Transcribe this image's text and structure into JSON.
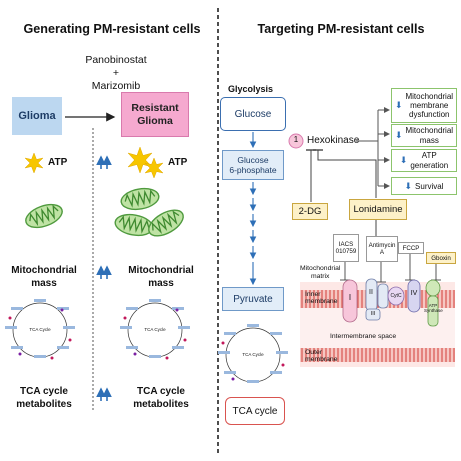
{
  "left": {
    "title": "Generating PM-resistant cells",
    "drugs_line1": "Panobinostat",
    "drugs_plus": "+",
    "drugs_line2": "Marizomib",
    "glioma_label": "Glioma",
    "resistant_label_line1": "Resistant",
    "resistant_label_line2": "Glioma",
    "atp_left": "ATP",
    "atp_right": "ATP",
    "mito_mass_line1": "Mitochondrial",
    "mito_mass_line2": "mass",
    "mito_mass_right_line1": "Mitochondrial",
    "mito_mass_right_line2": "mass",
    "tca_line1": "TCA cycle",
    "tca_line2": "metabolites",
    "tca_right_line1": "TCA cycle",
    "tca_right_line2": "metabolites",
    "tca_ring_label": "TCA Cycle"
  },
  "right": {
    "title": "Targeting PM-resistant cells",
    "glycolysis": "Glycolysis",
    "glucose": "Glucose",
    "g6p_line1": "Glucose",
    "g6p_line2": "6-phosphate",
    "pyruvate": "Pyruvate",
    "tca_cycle": "TCA cycle",
    "hexokinase_num": "1",
    "hexokinase": "Hexokinase",
    "two_dg": "2-DG",
    "lonidamine": "Lonidamine",
    "outcomes": [
      {
        "line1": "Mitochondrial",
        "line2": "membrane",
        "line3": "dysfunction"
      },
      {
        "line1": "Mitochondrial",
        "line2": "mass",
        "line3": ""
      },
      {
        "line1": "ATP",
        "line2": "generation",
        "line3": ""
      },
      {
        "line1": "Survival",
        "line2": "",
        "line3": ""
      }
    ],
    "iacs_line1": "IACS",
    "iacs_line2": "010759",
    "antimycin_line1": "Antimycin",
    "antimycin_line2": "A",
    "fccp": "FCCP",
    "gboxin": "Gboxin",
    "mito_matrix_line1": "Mitochondrial",
    "mito_matrix_line2": "matrix",
    "inner_membrane_line1": "Inner",
    "inner_membrane_line2": "membrane",
    "intermembrane_space": "Intermembrane space",
    "outer_membrane_line1": "Outer",
    "outer_membrane_line2": "membrane",
    "complex_I": "I",
    "complex_II": "II",
    "complex_III": "III",
    "complex_IV": "IV",
    "cytc": "CytC",
    "atp_synthase_line1": "ATP",
    "atp_synthase_line2": "Synthase"
  },
  "colors": {
    "blue_accent": "#2e6fb7",
    "pink_box": "#f5a9cf",
    "glioma_box": "#bcd7f0",
    "green_outline": "#8cc46c",
    "yellow_box": "#fdf1c8",
    "membrane_red": "#d9534f",
    "star_yellow": "#f7c600"
  },
  "icons": [
    "up-arrow-icon",
    "down-arrow-icon",
    "starburst-icon",
    "mitochondrion-icon",
    "inhibition-icon",
    "tca-cycle-ring-icon"
  ]
}
